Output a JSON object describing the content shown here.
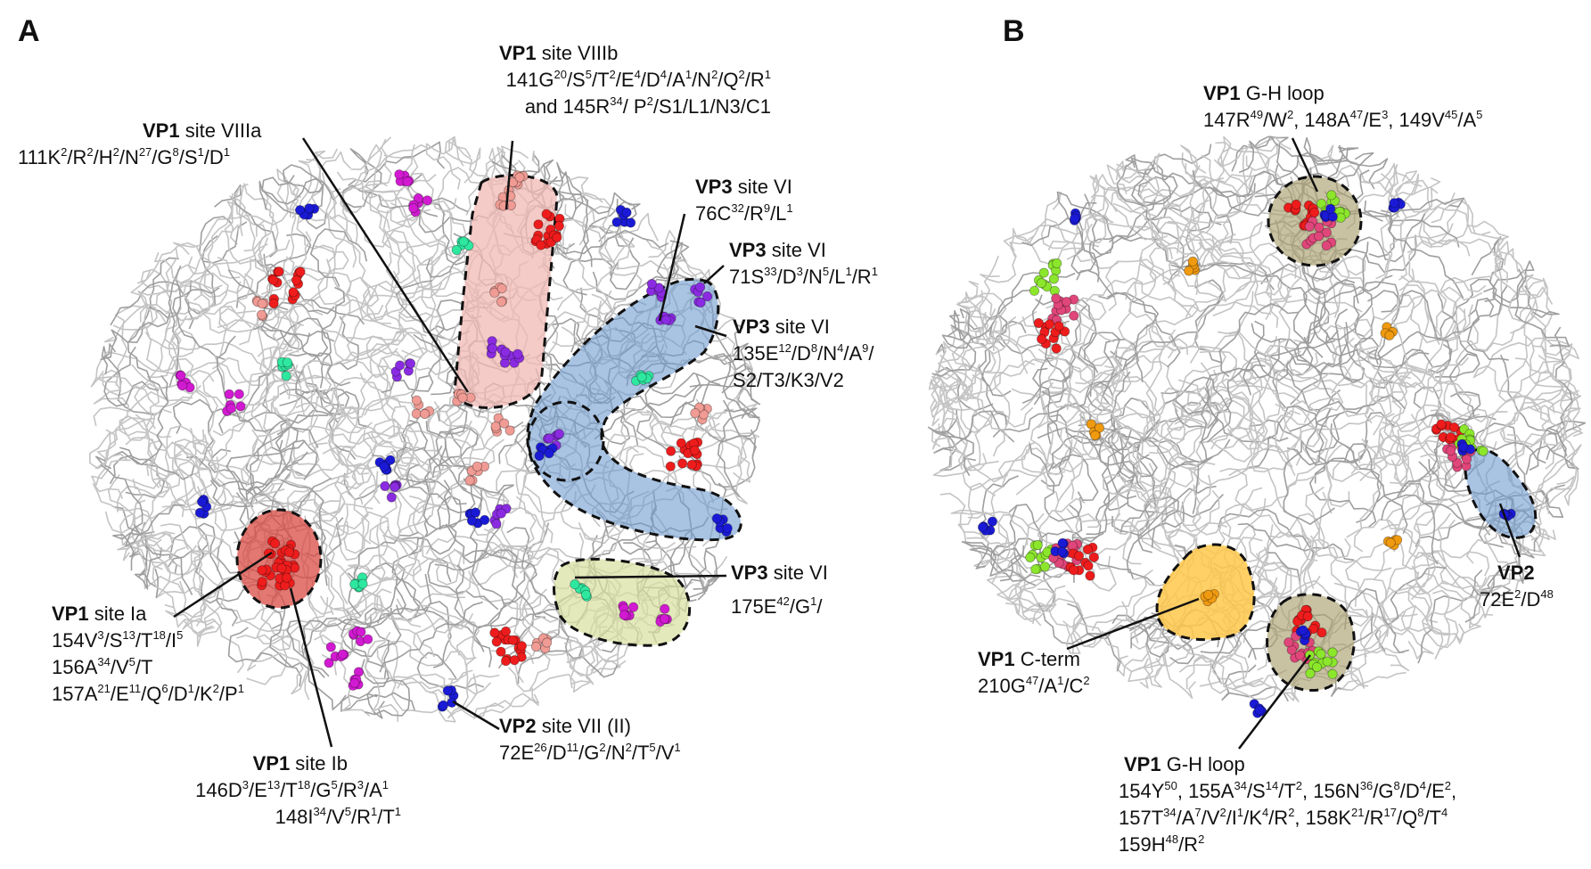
{
  "panels": [
    {
      "letter": "A",
      "labels": [
        {
          "protein": "VP1",
          "site": " site VIIIb",
          "lines": [
            "141G20/S5/T2/E4/D4/A1/N2/Q2/R1",
            "and 145R34/ P2/S1/L1/N3/C1"
          ]
        },
        {
          "protein": "VP1",
          "site": " site VIIIa",
          "lines": [
            "111K2/R2/H2/N27/G8/S1/D1"
          ]
        },
        {
          "protein": "VP3",
          "site": " site VI",
          "lines": [
            "76C32/R9/L1"
          ]
        },
        {
          "protein": "VP3",
          "site": " site VI",
          "lines": [
            "71S33/D3/N5/L1/R1"
          ]
        },
        {
          "protein": "VP3",
          "site": " site VI",
          "lines": [
            "135E12/D8/N4/A9/",
            "S2/T3/K3/V2"
          ]
        },
        {
          "protein": "VP3",
          "site": " site VI",
          "lines": [
            "175E42/G1/"
          ]
        },
        {
          "protein": "VP1",
          "site": " site Ia",
          "lines": [
            "154V3/S13/T18/I5",
            "156A34/V5/T",
            "157A21/E11/Q6/D1/K2/P1"
          ]
        },
        {
          "protein": "VP1",
          "site": " site Ib",
          "lines": [
            "146D3/E13/T18/G5/R3/A1",
            "148I34/V5/R1/T1"
          ]
        },
        {
          "protein": "VP2",
          "site": " site VII (II)",
          "lines": [
            "72E26/D11/G2/N2/T5/V1"
          ]
        }
      ]
    },
    {
      "letter": "B",
      "labels": [
        {
          "protein": "VP1",
          "site": " G-H loop",
          "lines": [
            "147R49/W2, 148A47/E3, 149V45/A5"
          ]
        },
        {
          "protein": "VP2",
          "site": "",
          "lines": [
            "72E2/D48"
          ]
        },
        {
          "protein": "VP1",
          "site": " C-term",
          "lines": [
            "210G47/A1/C2"
          ]
        },
        {
          "protein": "VP1",
          "site": " G-H loop",
          "lines": [
            "154Y50, 155A34/S14/T2, 156N36/G8/D4/E2,",
            "157T34/A7/V2/I1/K4/R2, 158K21/R17/Q8/T4",
            "159H48/R2"
          ]
        }
      ]
    }
  ],
  "colors": {
    "backbone": "#c4c4c4",
    "salmon": "#f09b94",
    "red": "#ee1c1c",
    "magenta": "#d11ad1",
    "purple": "#8a2be2",
    "blue": "#1a1ad6",
    "green": "#2ee8a0",
    "lime": "#8be62c",
    "pink": "#e0467a",
    "orange": "#f09a10",
    "region_pink": "#f2b9b4",
    "region_blue": "#6f9bd1",
    "region_red": "#d94a43",
    "region_olive": "#d8e0a0",
    "region_khaki": "#aaa271",
    "region_gold": "#ffc84a"
  }
}
